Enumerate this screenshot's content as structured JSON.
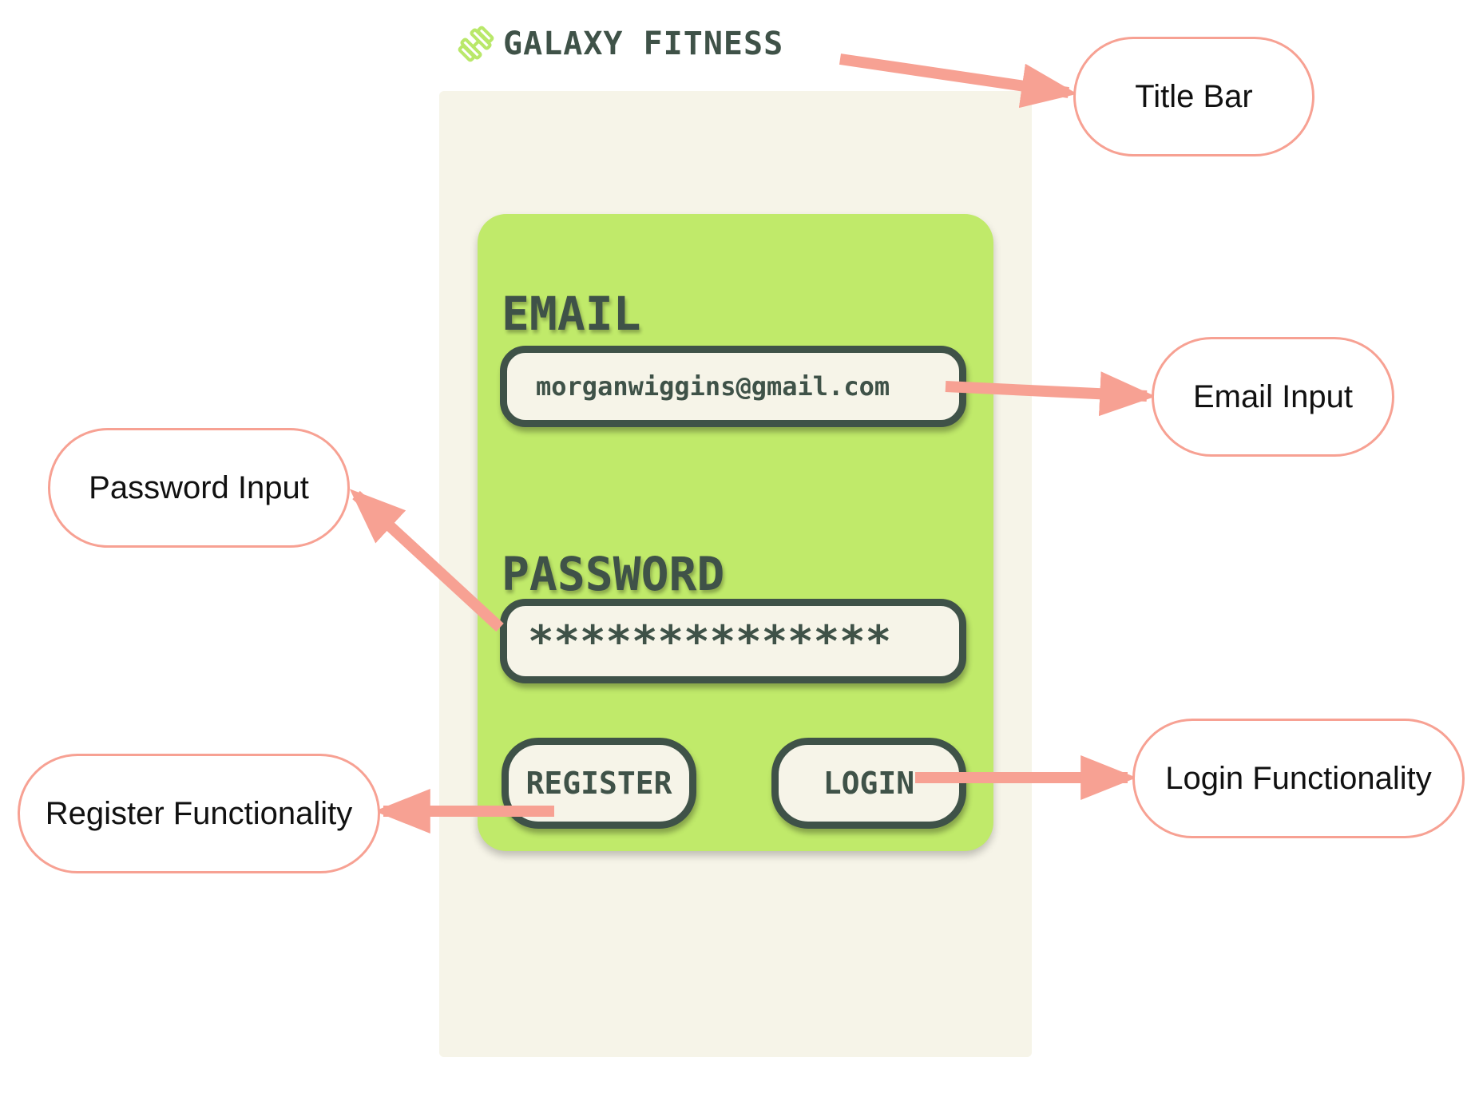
{
  "app": {
    "title": "GALAXY FITNESS",
    "logo_icon": "dumbbell-icon"
  },
  "login_form": {
    "email_label": "EMAIL",
    "email_value": "morganwiggins@gmail.com",
    "password_label": "PASSWORD",
    "password_value": "**************",
    "register_label": "REGISTER",
    "login_label": "LOGIN"
  },
  "annotations": {
    "title_bar": "Title Bar",
    "email_input": "Email Input",
    "password_input": "Password Input",
    "register": "Register Functionality",
    "login": "Login Functionality"
  },
  "colors": {
    "card_green": "#c0ea6a",
    "screen_bg": "#f6f4e8",
    "dark_text": "#3f5248",
    "annotation_accent": "#f7a193",
    "logo_green": "#b9e86a"
  }
}
